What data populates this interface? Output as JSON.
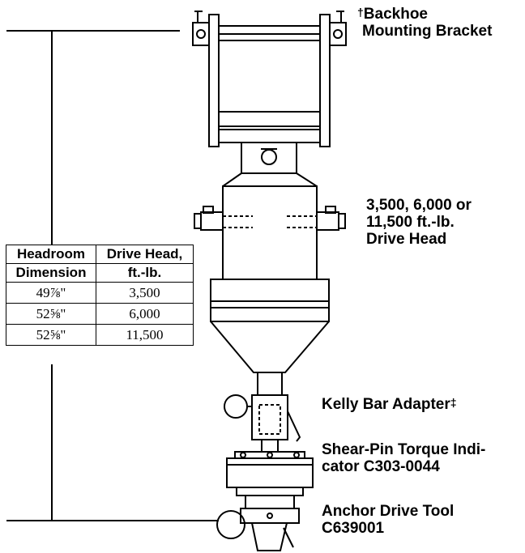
{
  "labels": {
    "bracket_mark": "†",
    "bracket_line1": "Backhoe",
    "bracket_line2": "Mounting Bracket",
    "drivehead_line1": "3,500, 6,000 or",
    "drivehead_line2": "11,500 ft.-lb.",
    "drivehead_line3": "Drive Head",
    "kelly": "Kelly Bar Adapter",
    "kelly_mark": "‡",
    "shear_line1": "Shear-Pin Torque Indi-",
    "shear_line2": "cator C303-0044",
    "anchor_line1": "Anchor Drive Tool",
    "anchor_line2": "C639001"
  },
  "table": {
    "headers": [
      [
        "Headroom",
        "Drive Head,"
      ],
      [
        "Dimension",
        "ft.-lb."
      ]
    ],
    "rows": [
      [
        "49⅞\"",
        "3,500"
      ],
      [
        "52⅝\"",
        "6,000"
      ],
      [
        "52⅝\"",
        "11,500"
      ]
    ]
  }
}
